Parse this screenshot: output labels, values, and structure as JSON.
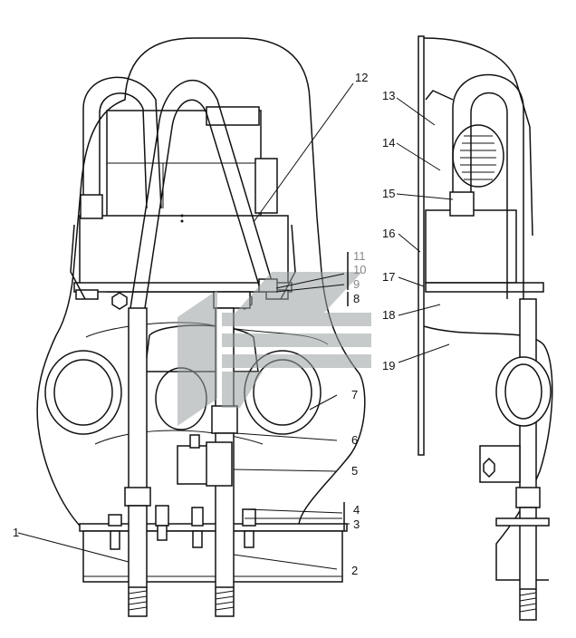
{
  "callouts": [
    "1",
    "2",
    "3",
    "4",
    "5",
    "6",
    "7",
    "8",
    "9",
    "10",
    "11",
    "12",
    "13",
    "14",
    "15",
    "16",
    "17",
    "18",
    "19"
  ],
  "colors": {
    "line": "#111111",
    "watermark": "#9aa0a0",
    "watermark_dark": "#7a7f7f",
    "highlight_label": "#888888"
  }
}
